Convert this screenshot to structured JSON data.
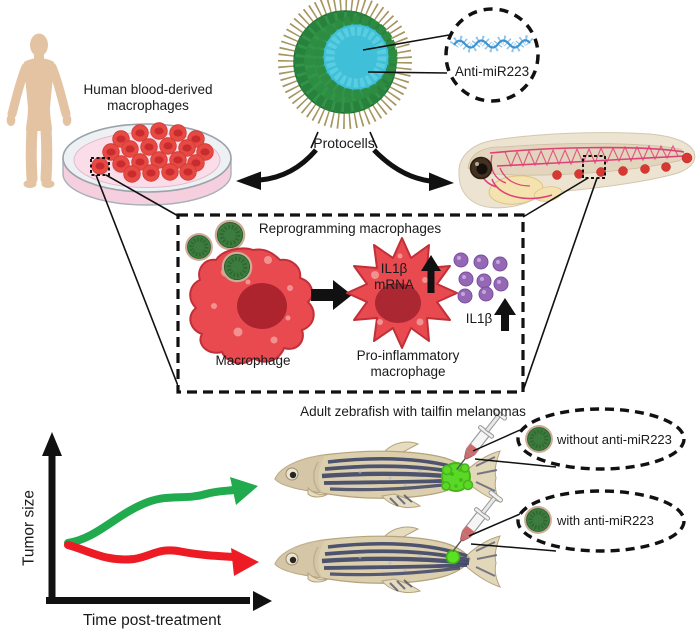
{
  "colors": {
    "protocell_green": "#2f9447",
    "protocell_core_cyan": "#3fc0d8",
    "protocell_fuzz_tan": "#a5955f",
    "macrophage_red": "#e84a50",
    "nucleus_dark_red": "#ad242f",
    "il1b_purple": "#9468b4",
    "growth_arrow_green": "#21ab4e",
    "shrink_arrow_red": "#ed1c24",
    "zebrafish_stripe_navy": "#3d4466",
    "tumor_green": "#59d828",
    "dish_pink": "#fbdde9",
    "larva_vessel_magenta": "#df4077"
  },
  "top": {
    "human_label": "Human blood-derived\nmacrophages",
    "protocells_label": "Protocells",
    "anti_mir_label": "Anti-miR223"
  },
  "reprogramming_box": {
    "title": "Reprogramming macrophages",
    "il1b_mrna_label": "IL1β\nmRNA",
    "macrophage_label": "Macrophage",
    "pro_inflammatory_label": "Pro-inflammatory\nmacrophage",
    "il1b_label": "IL1β"
  },
  "bottom": {
    "adult_zebrafish_label": "Adult zebrafish with tailfin melanomas",
    "without_label": "without anti-miR223",
    "with_label": "with anti-miR223"
  },
  "chart": {
    "ylabel": "Tumor size",
    "xlabel": "Time post-treatment"
  },
  "chart_data": {
    "type": "line",
    "title": "",
    "xlabel": "Time post-treatment",
    "ylabel": "Tumor size",
    "axes_have_tick_labels": false,
    "x_normalized": [
      0,
      0.25,
      0.5,
      0.75,
      1
    ],
    "series": [
      {
        "name": "without anti-miR223 (tumor grows)",
        "color": "#21ab4e",
        "y_normalized": [
          0.32,
          0.4,
          0.55,
          0.62,
          0.66
        ]
      },
      {
        "name": "with anti-miR223 (tumor controlled)",
        "color": "#ed1c24",
        "y_normalized": [
          0.32,
          0.26,
          0.3,
          0.25,
          0.23
        ]
      }
    ],
    "legend_position": "none"
  }
}
